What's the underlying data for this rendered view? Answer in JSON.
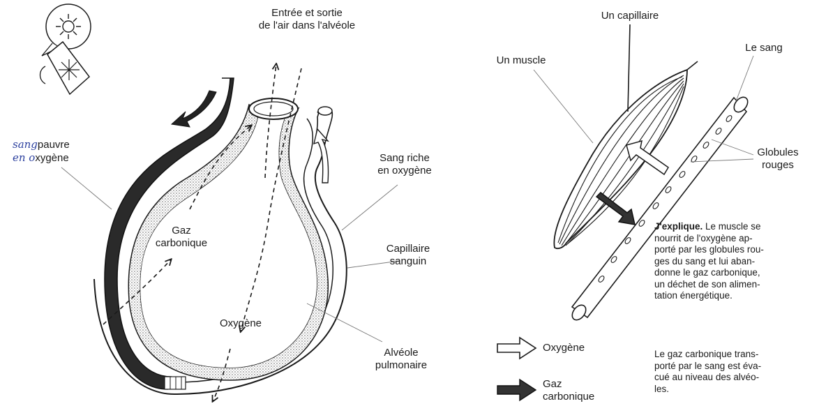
{
  "alveolus_diagram": {
    "air_label_line1": "Entrée et sortie",
    "air_label_line2": "de l'air dans l'alvéole",
    "poor_blood_handwritten_1": "sang",
    "poor_blood_printed_1": "pauvre",
    "poor_blood_handwritten_2": "en o",
    "poor_blood_printed_2": "xygène",
    "rich_blood_line1": "Sang riche",
    "rich_blood_line2": "en oxygène",
    "co2_line1": "Gaz",
    "co2_line2": "carbonique",
    "capillary_line1": "Capillaire",
    "capillary_line2": "sanguin",
    "oxygen": "Oxygène",
    "alveolus_line1": "Alvéole",
    "alveolus_line2": "pulmonaire"
  },
  "muscle_diagram": {
    "capillary": "Un capillaire",
    "muscle": "Un muscle",
    "blood": "Le sang",
    "red_cells_line1": "Globules",
    "red_cells_line2": "rouges"
  },
  "explanation": {
    "heading": "J'explique.",
    "lines1": [
      "Le muscle se",
      "nourrit de l'oxygène ap-",
      "porté par les globules rou-",
      "ges du sang et lui aban-",
      "donne le gaz carbonique,",
      "un déchet de son alimen-",
      "tation énergétique."
    ],
    "lines2": [
      "Le gaz carbonique trans-",
      "porté par le sang est éva-",
      "cué au niveau des alvéo-",
      "les."
    ]
  },
  "legend": {
    "oxygen": "Oxygène",
    "co2_line1": "Gaz",
    "co2_line2": "carbonique",
    "oxygen_arrow_color": "#ffffff",
    "co2_arrow_color": "#333333"
  }
}
